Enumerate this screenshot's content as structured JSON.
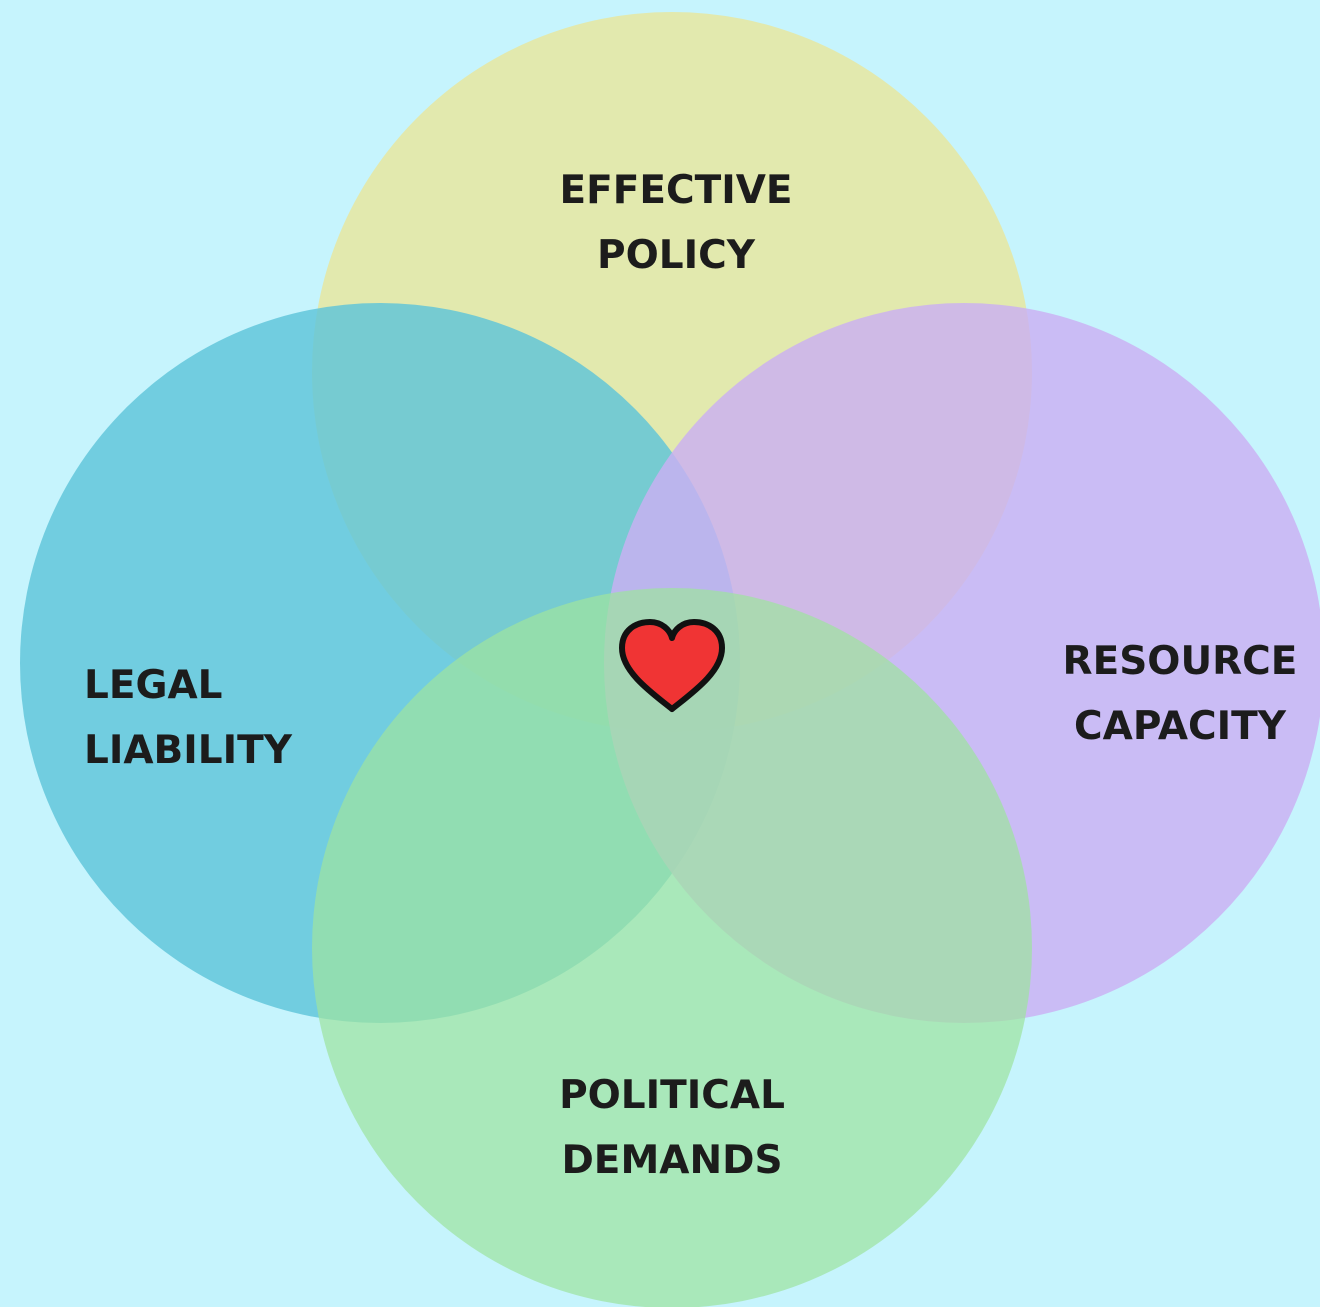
{
  "diagram": {
    "background": "#c6f4fd",
    "circles": [
      {
        "id": "effective-policy",
        "color": "#e8e69c",
        "lines": [
          "EFFECTIVE",
          "POLICY"
        ]
      },
      {
        "id": "legal-liability",
        "color": "#5ec5d9",
        "lines": [
          "LEGAL",
          "LIABILITY"
        ]
      },
      {
        "id": "resource-capacity",
        "color": "#cab0f3",
        "lines": [
          "RESOURCE",
          "CAPACITY"
        ]
      },
      {
        "id": "political-demands",
        "color": "#9ee39f",
        "lines": [
          "POLITICAL",
          "DEMANDS"
        ]
      }
    ],
    "center": {
      "icon": "heart-icon",
      "color": "#f03434",
      "outline": "#111111"
    }
  }
}
